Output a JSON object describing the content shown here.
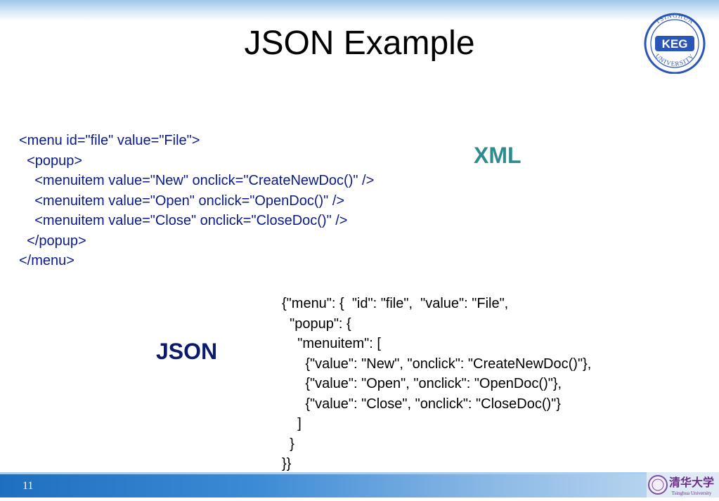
{
  "slide": {
    "title": "JSON Example",
    "page_number": "11"
  },
  "xml": {
    "label": "XML",
    "code": "<menu id=\"file\" value=\"File\">\n  <popup>\n    <menuitem value=\"New\" onclick=\"CreateNewDoc()\" />\n    <menuitem value=\"Open\" onclick=\"OpenDoc()\" />\n    <menuitem value=\"Close\" onclick=\"CloseDoc()\" />\n  </popup>\n</menu>"
  },
  "json": {
    "label": "JSON",
    "code": "{\"menu\": {  \"id\": \"file\",  \"value\": \"File\",\n  \"popup\": {\n    \"menuitem\": [\n      {\"value\": \"New\", \"onclick\": \"CreateNewDoc()\"},\n      {\"value\": \"Open\", \"onclick\": \"OpenDoc()\"},\n      {\"value\": \"Close\", \"onclick\": \"CloseDoc()\"}\n    ]\n  }\n}}"
  },
  "logos": {
    "keg_text": "KEG",
    "keg_ring_text": "TSINGHUA UNIVERSITY",
    "footer_logo_text": "清华大学",
    "footer_logo_subtext": "Tsinghua University"
  },
  "colors": {
    "xml_label": "#2f8c8e",
    "json_label": "#0a1a6e",
    "xml_code": "#0a1a8c",
    "band_blue": "#1f6fc0"
  }
}
